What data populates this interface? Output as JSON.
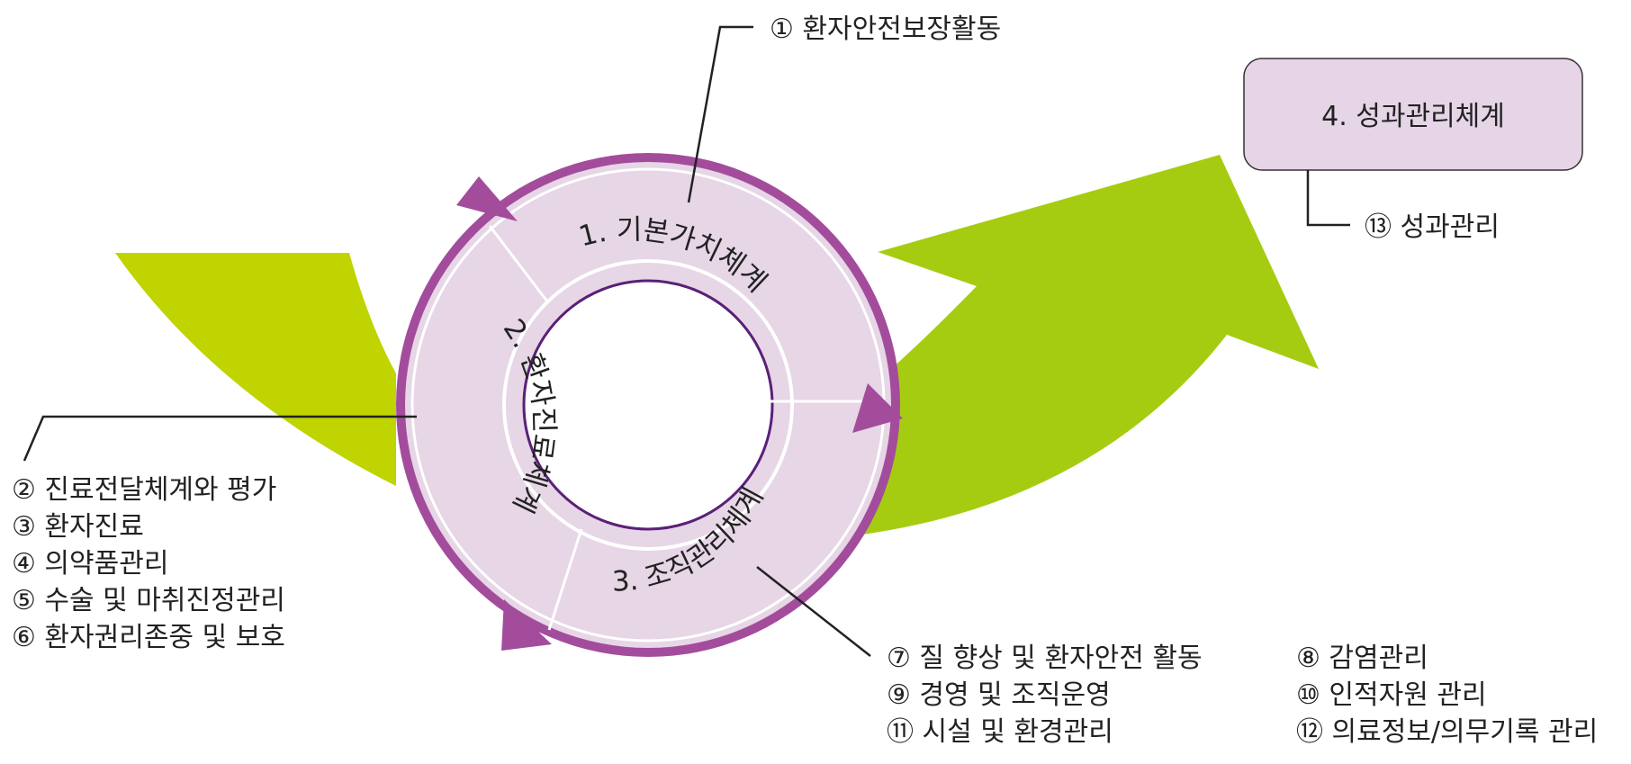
{
  "colors": {
    "arrow_left": "#bfd400",
    "arrow_right": "#a6cc12",
    "ring_outer": "#a34c9c",
    "ring_fill": "#e6d6e6",
    "ring_inner_line": "#5a2078",
    "box_fill": "#e6d5e6"
  },
  "segments": {
    "s1": "1. 기본가치체계",
    "s2": "2. 환자진료체계",
    "s3": "3. 조직관리체계"
  },
  "box": {
    "title": "4. 성과관리체계"
  },
  "labels": {
    "l1": "① 환자안전보장활동",
    "l13": "⑬ 성과관리",
    "left": [
      "② 진료전달체계와 평가",
      "③ 환자진료",
      "④ 의약품관리",
      "⑤ 수술 및 마취진정관리",
      "⑥ 환자권리존중 및 보호"
    ],
    "bottom_left": [
      "⑦ 질 향상 및 환자안전 활동",
      "⑨ 경영 및 조직운영",
      "⑪ 시설 및 환경관리"
    ],
    "bottom_right": [
      "⑧ 감염관리",
      "⑩ 인적자원 관리",
      "⑫ 의료정보/의무기록 관리"
    ]
  }
}
